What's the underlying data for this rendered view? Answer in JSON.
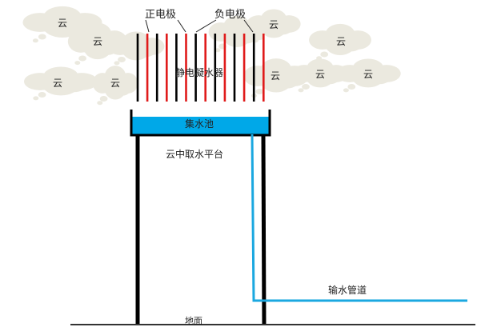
{
  "diagram": {
    "labels": {
      "positive_electrode": "正电极",
      "negative_electrode": "负电极",
      "condenser": "静电凝水器",
      "collection_pool": "集水池",
      "platform": "云中取水平台",
      "pipeline": "输水管道",
      "ground": "地面"
    },
    "cloud_label": "云",
    "clouds": [
      {
        "id": "cloud-1",
        "text": "云"
      },
      {
        "id": "cloud-2",
        "text": "云"
      },
      {
        "id": "cloud-3",
        "text": "云"
      },
      {
        "id": "cloud-4",
        "text": "云"
      },
      {
        "id": "cloud-5",
        "text": "云"
      },
      {
        "id": "cloud-6",
        "text": "云"
      },
      {
        "id": "cloud-7",
        "text": "云"
      },
      {
        "id": "cloud-8",
        "text": "云"
      },
      {
        "id": "cloud-9",
        "text": "云"
      }
    ],
    "electrodes": [
      "negative",
      "positive",
      "negative",
      "positive",
      "negative",
      "positive",
      "negative",
      "positive",
      "negative",
      "positive",
      "negative",
      "positive",
      "negative",
      "positive"
    ],
    "colors": {
      "positive": "#e01b1b",
      "negative": "#000000",
      "water": "#00a8e8",
      "pipe": "#1ba8e0",
      "cloud": "#ebe9df",
      "structure": "#000000"
    }
  }
}
